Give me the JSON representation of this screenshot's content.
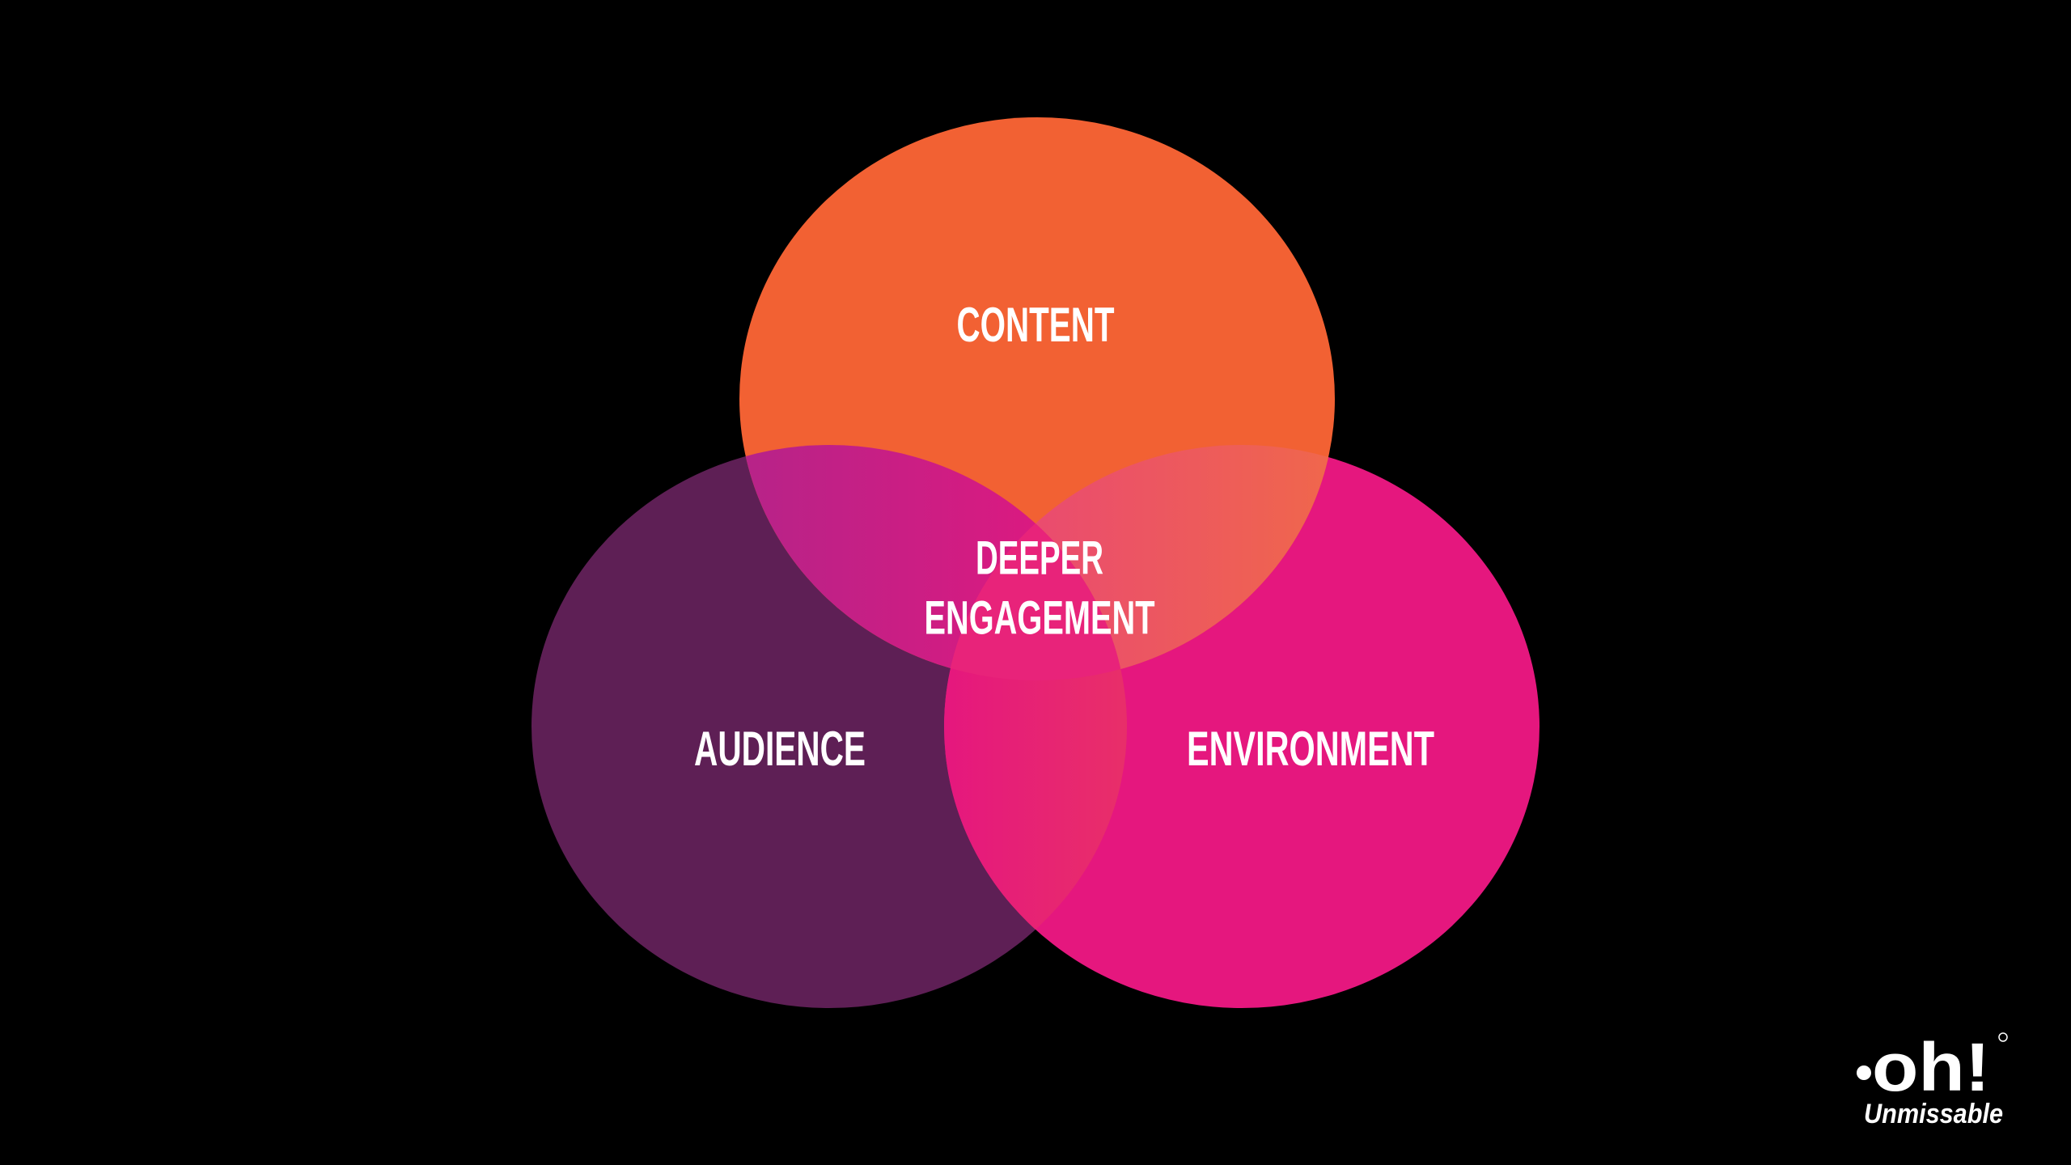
{
  "diagram": {
    "labels": {
      "content": "CONTENT",
      "audience": "AUDIENCE",
      "environment": "ENVIRONMENT",
      "center_line1": "DEEPER",
      "center_line2": "ENGAGEMENT"
    },
    "colors": {
      "background": "#000000",
      "content": "#F26133",
      "audience": "#5E1F55",
      "environment": "#E5177E",
      "text": "#FFFFFF"
    }
  },
  "logo": {
    "wordmark": "oh!",
    "tagline": "Unmissable"
  }
}
